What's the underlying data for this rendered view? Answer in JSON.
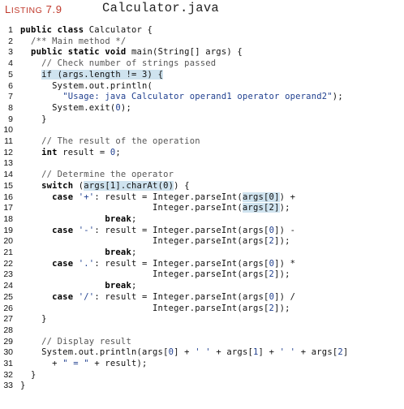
{
  "listing": {
    "label_main": "L",
    "label_small": "ISTING",
    "number": "7.9",
    "filename": "Calculator.java"
  },
  "code_lines": [
    {
      "n": "1",
      "tokens": [
        {
          "t": "kw",
          "v": "public class"
        },
        {
          "t": "p",
          "v": " Calculator {"
        }
      ]
    },
    {
      "n": "2",
      "tokens": [
        {
          "t": "p",
          "v": "  "
        },
        {
          "t": "cm",
          "v": "/** Main method */"
        }
      ]
    },
    {
      "n": "3",
      "tokens": [
        {
          "t": "p",
          "v": "  "
        },
        {
          "t": "kw",
          "v": "public static void"
        },
        {
          "t": "p",
          "v": " main(String[] args) {"
        }
      ]
    },
    {
      "n": "4",
      "tokens": [
        {
          "t": "p",
          "v": "    "
        },
        {
          "t": "cm",
          "v": "// Check number of strings passed"
        }
      ]
    },
    {
      "n": "5",
      "tokens": [
        {
          "t": "p",
          "v": "    "
        },
        {
          "t": "hl",
          "v": "if (args.length != 3) {"
        }
      ]
    },
    {
      "n": "6",
      "tokens": [
        {
          "t": "p",
          "v": "      System.out.println("
        }
      ]
    },
    {
      "n": "7",
      "tokens": [
        {
          "t": "p",
          "v": "        "
        },
        {
          "t": "st",
          "v": "\"Usage: java Calculator operand1 operator operand2\""
        },
        {
          "t": "p",
          "v": ");"
        }
      ]
    },
    {
      "n": "8",
      "tokens": [
        {
          "t": "p",
          "v": "      System.exit("
        },
        {
          "t": "nm",
          "v": "0"
        },
        {
          "t": "p",
          "v": ");"
        }
      ]
    },
    {
      "n": "9",
      "tokens": [
        {
          "t": "p",
          "v": "    }"
        }
      ]
    },
    {
      "n": "10",
      "tokens": []
    },
    {
      "n": "11",
      "tokens": [
        {
          "t": "p",
          "v": "    "
        },
        {
          "t": "cm",
          "v": "// The result of the operation"
        }
      ]
    },
    {
      "n": "12",
      "tokens": [
        {
          "t": "p",
          "v": "    "
        },
        {
          "t": "kw",
          "v": "int"
        },
        {
          "t": "p",
          "v": " result = "
        },
        {
          "t": "nm",
          "v": "0"
        },
        {
          "t": "p",
          "v": ";"
        }
      ]
    },
    {
      "n": "13",
      "tokens": []
    },
    {
      "n": "14",
      "tokens": [
        {
          "t": "p",
          "v": "    "
        },
        {
          "t": "cm",
          "v": "// Determine the operator"
        }
      ]
    },
    {
      "n": "15",
      "tokens": [
        {
          "t": "p",
          "v": "    "
        },
        {
          "t": "kw",
          "v": "switch"
        },
        {
          "t": "p",
          "v": " ("
        },
        {
          "t": "hl",
          "v": "args[1].charAt(0)"
        },
        {
          "t": "p",
          "v": ") {"
        }
      ]
    },
    {
      "n": "16",
      "tokens": [
        {
          "t": "p",
          "v": "      "
        },
        {
          "t": "kw",
          "v": "case"
        },
        {
          "t": "p",
          "v": " "
        },
        {
          "t": "st",
          "v": "'+'"
        },
        {
          "t": "p",
          "v": ": result = Integer.parseInt("
        },
        {
          "t": "hl",
          "v": "args[0]"
        },
        {
          "t": "p",
          "v": ") +"
        }
      ]
    },
    {
      "n": "17",
      "tokens": [
        {
          "t": "p",
          "v": "                         Integer.parseInt("
        },
        {
          "t": "hl",
          "v": "args[2]"
        },
        {
          "t": "p",
          "v": ");"
        }
      ]
    },
    {
      "n": "18",
      "tokens": [
        {
          "t": "p",
          "v": "                "
        },
        {
          "t": "kw",
          "v": "break"
        },
        {
          "t": "p",
          "v": ";"
        }
      ]
    },
    {
      "n": "19",
      "tokens": [
        {
          "t": "p",
          "v": "      "
        },
        {
          "t": "kw",
          "v": "case"
        },
        {
          "t": "p",
          "v": " "
        },
        {
          "t": "st",
          "v": "'-'"
        },
        {
          "t": "p",
          "v": ": result = Integer.parseInt(args["
        },
        {
          "t": "nm",
          "v": "0"
        },
        {
          "t": "p",
          "v": "]) -"
        }
      ]
    },
    {
      "n": "20",
      "tokens": [
        {
          "t": "p",
          "v": "                         Integer.parseInt(args["
        },
        {
          "t": "nm",
          "v": "2"
        },
        {
          "t": "p",
          "v": "]);"
        }
      ]
    },
    {
      "n": "21",
      "tokens": [
        {
          "t": "p",
          "v": "                "
        },
        {
          "t": "kw",
          "v": "break"
        },
        {
          "t": "p",
          "v": ";"
        }
      ]
    },
    {
      "n": "22",
      "tokens": [
        {
          "t": "p",
          "v": "      "
        },
        {
          "t": "kw",
          "v": "case"
        },
        {
          "t": "p",
          "v": " "
        },
        {
          "t": "st",
          "v": "'.'"
        },
        {
          "t": "p",
          "v": ": result = Integer.parseInt(args["
        },
        {
          "t": "nm",
          "v": "0"
        },
        {
          "t": "p",
          "v": "]) *"
        }
      ]
    },
    {
      "n": "23",
      "tokens": [
        {
          "t": "p",
          "v": "                         Integer.parseInt(args["
        },
        {
          "t": "nm",
          "v": "2"
        },
        {
          "t": "p",
          "v": "]);"
        }
      ]
    },
    {
      "n": "24",
      "tokens": [
        {
          "t": "p",
          "v": "                "
        },
        {
          "t": "kw",
          "v": "break"
        },
        {
          "t": "p",
          "v": ";"
        }
      ]
    },
    {
      "n": "25",
      "tokens": [
        {
          "t": "p",
          "v": "      "
        },
        {
          "t": "kw",
          "v": "case"
        },
        {
          "t": "p",
          "v": " "
        },
        {
          "t": "st",
          "v": "'/'"
        },
        {
          "t": "p",
          "v": ": result = Integer.parseInt(args["
        },
        {
          "t": "nm",
          "v": "0"
        },
        {
          "t": "p",
          "v": "]) /"
        }
      ]
    },
    {
      "n": "26",
      "tokens": [
        {
          "t": "p",
          "v": "                         Integer.parseInt(args["
        },
        {
          "t": "nm",
          "v": "2"
        },
        {
          "t": "p",
          "v": "]);"
        }
      ]
    },
    {
      "n": "27",
      "tokens": [
        {
          "t": "p",
          "v": "    }"
        }
      ]
    },
    {
      "n": "28",
      "tokens": []
    },
    {
      "n": "29",
      "tokens": [
        {
          "t": "p",
          "v": "    "
        },
        {
          "t": "cm",
          "v": "// Display result"
        }
      ]
    },
    {
      "n": "30",
      "tokens": [
        {
          "t": "p",
          "v": "    System.out.println(args["
        },
        {
          "t": "nm",
          "v": "0"
        },
        {
          "t": "p",
          "v": "] + "
        },
        {
          "t": "st",
          "v": "' '"
        },
        {
          "t": "p",
          "v": " + args["
        },
        {
          "t": "nm",
          "v": "1"
        },
        {
          "t": "p",
          "v": "] + "
        },
        {
          "t": "st",
          "v": "' '"
        },
        {
          "t": "p",
          "v": " + args["
        },
        {
          "t": "nm",
          "v": "2"
        },
        {
          "t": "p",
          "v": "]"
        }
      ]
    },
    {
      "n": "31",
      "tokens": [
        {
          "t": "p",
          "v": "      + "
        },
        {
          "t": "st",
          "v": "\" = \""
        },
        {
          "t": "p",
          "v": " + result);"
        }
      ]
    },
    {
      "n": "32",
      "tokens": [
        {
          "t": "p",
          "v": "  }"
        }
      ]
    },
    {
      "n": "33",
      "tokens": [
        {
          "t": "p",
          "v": "}"
        }
      ]
    }
  ],
  "colors": {
    "listing_label": "#c0392b",
    "keyword": "#000000",
    "comment": "#555555",
    "literal": "#1f3f8f",
    "highlight": "#cfe3ef"
  }
}
